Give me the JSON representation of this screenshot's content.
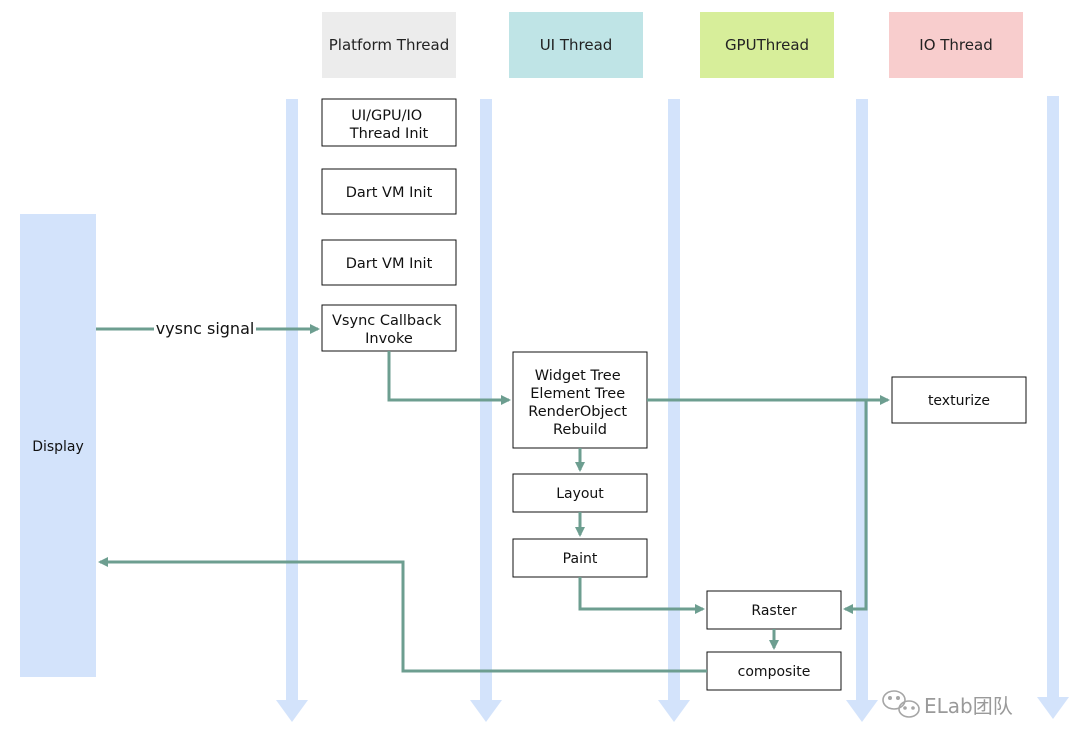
{
  "headers": [
    {
      "id": "platform",
      "label": "Platform Thread",
      "color": "#ececec"
    },
    {
      "id": "ui",
      "label": "UI Thread",
      "color": "#bfe4e6"
    },
    {
      "id": "gpu",
      "label": "GPUThread",
      "color": "#d7ee9a"
    },
    {
      "id": "io",
      "label": "IO Thread",
      "color": "#f8cdcd"
    }
  ],
  "display": {
    "label": "Display",
    "color": "#d3e3fb"
  },
  "lane_color": "#d3e3fb",
  "flow_color": "#6d9e90",
  "signal_label": "vysnc signal",
  "boxes": {
    "thread_init": [
      "UI/GPU/IO",
      "Thread Init"
    ],
    "dart_vm_init_1": [
      "Dart VM Init"
    ],
    "dart_vm_init_2": [
      "Dart VM Init"
    ],
    "vsync_callback": [
      "Vsync Callback",
      "Invoke"
    ],
    "rebuild": [
      "Widget Tree",
      "Element Tree",
      "RenderObject",
      "Rebuild"
    ],
    "layout": [
      "Layout"
    ],
    "paint": [
      "Paint"
    ],
    "texturize": [
      "texturize"
    ],
    "raster": [
      "Raster"
    ],
    "composite": [
      "composite"
    ]
  },
  "watermark": "ELab团队"
}
